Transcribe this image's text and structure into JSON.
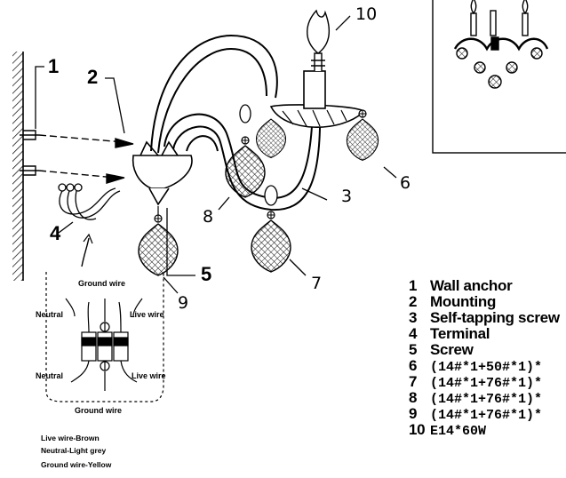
{
  "callouts": {
    "c1": "1",
    "c2": "2",
    "c3": "3",
    "c4": "4",
    "c5": "5",
    "c6": "6",
    "c7": "7",
    "c8": "8",
    "c9": "9",
    "c10": "10"
  },
  "wiring": {
    "ground_top": "Ground wire",
    "neutral_top": "Neutral",
    "live_top": "Live wire",
    "neutral_bottom": "Neutral",
    "live_bottom": "Live wire",
    "ground_bottom": "Ground wire"
  },
  "legend": {
    "live": "Live wire-Brown",
    "neutral": "Neutral-Light grey",
    "ground": "Ground wire-Yellow"
  },
  "parts": [
    {
      "num": "1",
      "label": "Wall anchor"
    },
    {
      "num": "2",
      "label": "Mounting"
    },
    {
      "num": "3",
      "label": "Self-tapping screw"
    },
    {
      "num": "4",
      "label": "Terminal"
    },
    {
      "num": "5",
      "label": "Screw"
    },
    {
      "num": "6",
      "label": "(14#*1+50#*1)*"
    },
    {
      "num": "7",
      "label": "(14#*1+76#*1)*"
    },
    {
      "num": "8",
      "label": "(14#*1+76#*1)*"
    },
    {
      "num": "9",
      "label": "(14#*1+76#*1)*"
    },
    {
      "num": "10",
      "label": "E14*60W"
    }
  ]
}
